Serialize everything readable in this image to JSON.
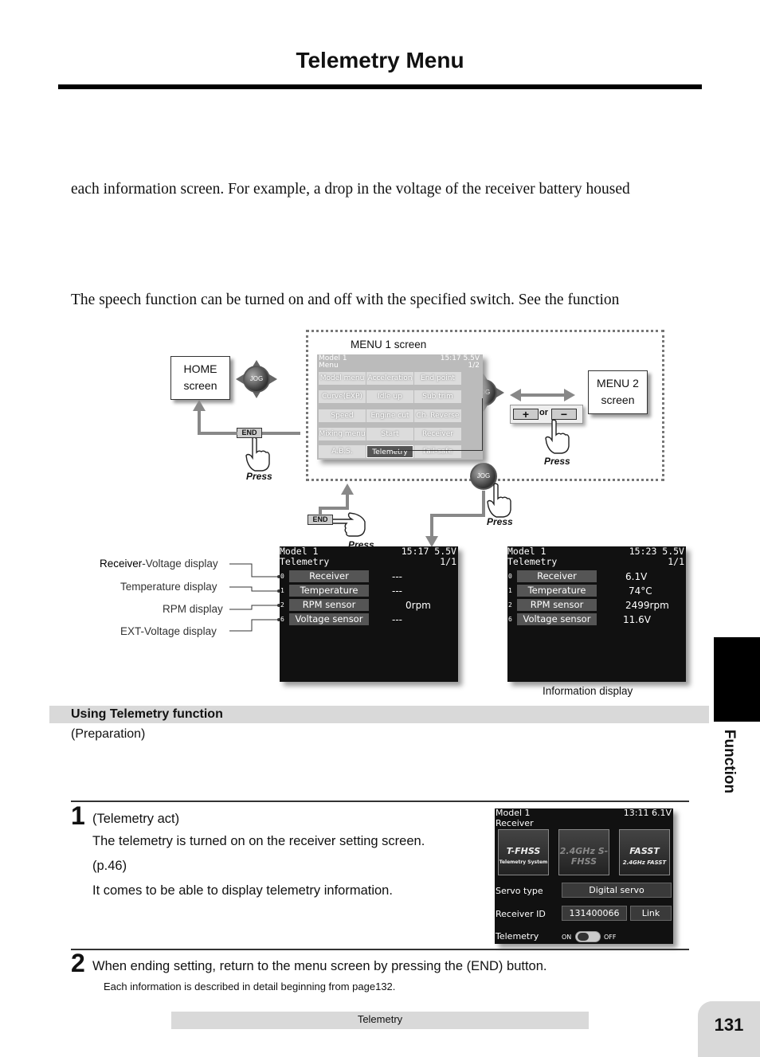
{
  "page": {
    "title": "Telemetry Menu",
    "para1": "each information screen. For example, a drop in the voltage of the receiver battery housed",
    "para2": "The speech function can be turned on and off with the specified switch. See the function"
  },
  "diagram": {
    "menu1_caption": "MENU 1 screen",
    "home_label_line1": "HOME",
    "home_label_line2": "screen",
    "menu2_label_line1": "MENU 2",
    "menu2_label_line2": "screen",
    "jog_key": "JOG",
    "end_key": "END",
    "or_text": "or",
    "plus_key": "+",
    "minus_key": "−",
    "press": "Press",
    "menu1": {
      "model": "Model 1",
      "time": "15:17 5.5V",
      "name": "Menu",
      "page": "1/2",
      "cells": [
        "Model menu",
        "Acceleration",
        "End point",
        "Curve(EXP)",
        "Idle up",
        "Sub trim",
        "Speed",
        "Engine cut",
        "Ch. Reverse",
        "Mixing menu",
        "Start",
        "Receiver",
        "A.B.S.",
        "Telemetry",
        "Fail-safe"
      ]
    },
    "labels": {
      "receiver": "Receiver",
      "receiver_suffix": "-Voltage display",
      "temperature": "Temperature display",
      "rpm": "RPM display",
      "ext": "EXT-Voltage display",
      "info": "Information display"
    },
    "screen_left": {
      "model": "Model 1",
      "time": "15:17 5.5V",
      "name": "Telemetry",
      "page": "1/1",
      "rows": [
        {
          "idx": "0",
          "label": "Receiver",
          "value": "---"
        },
        {
          "idx": "1",
          "label": "Temperature",
          "value": "---"
        },
        {
          "idx": "2",
          "label": "RPM sensor",
          "value": "0rpm"
        },
        {
          "idx": "6",
          "label": "Voltage sensor",
          "value": "---"
        }
      ]
    },
    "screen_right": {
      "model": "Model 1",
      "time": "15:23 5.5V",
      "name": "Telemetry",
      "page": "1/1",
      "rows": [
        {
          "idx": "0",
          "label": "Receiver",
          "value": "6.1V"
        },
        {
          "idx": "1",
          "label": "Temperature",
          "value": "74°C"
        },
        {
          "idx": "2",
          "label": "RPM sensor",
          "value": "2499rpm"
        },
        {
          "idx": "6",
          "label": "Voltage sensor",
          "value": "11.6V"
        }
      ]
    }
  },
  "section": {
    "title": "Using Telemetry function",
    "prep": "(Preparation)"
  },
  "step1": {
    "num": "1",
    "line1": "(Telemetry act)",
    "line2": "The telemetry is turned on on the receiver setting screen.",
    "line3": "(p.46)",
    "line4": "It comes to be able to display telemetry information."
  },
  "receiver_screen": {
    "model": "Model 1",
    "time": "13:11 6.1V",
    "name": "Receiver",
    "logo1": "T-FHSS",
    "logo1_sub": "Telemetry System",
    "logo2": "2.4GHz S-FHSS",
    "logo3": "FASST",
    "logo3_sub": "2.4GHz FASST",
    "servo_label": "Servo type",
    "servo_value": "Digital servo",
    "id_label": "Receiver ID",
    "id_value": "131400066",
    "link_button": "Link",
    "telemetry_label": "Telemetry",
    "on": "ON",
    "off": "OFF"
  },
  "step2": {
    "num": "2",
    "text": "When ending setting, return to the menu screen by pressing the (END) button.",
    "note": "Each information is described in detail beginning from page132."
  },
  "side_tab": "Function",
  "footer": "Telemetry",
  "page_number": "131"
}
